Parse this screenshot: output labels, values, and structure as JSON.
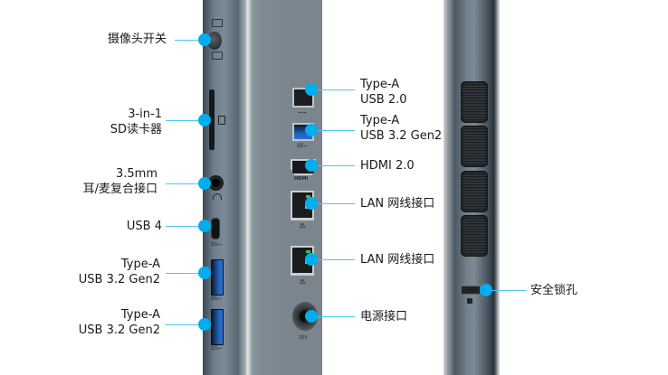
{
  "left_side_ports": [
    {
      "id": "camera-switch",
      "lines": [
        "摄像头开关"
      ]
    },
    {
      "id": "sd-reader",
      "lines": [
        "3-in-1",
        "SD读卡器"
      ]
    },
    {
      "id": "audio-jack",
      "lines": [
        "3.5mm",
        "耳/麦复合接口"
      ]
    },
    {
      "id": "usb4",
      "lines": [
        "USB 4"
      ]
    },
    {
      "id": "usba-1",
      "lines": [
        "Type-A",
        "USB 3.2 Gen2"
      ]
    },
    {
      "id": "usba-2",
      "lines": [
        "Type-A",
        "USB 3.2 Gen2"
      ]
    }
  ],
  "front_ports": [
    {
      "id": "usb2",
      "lines": [
        "Type-A",
        "USB 2.0"
      ]
    },
    {
      "id": "usb3",
      "lines": [
        "Type-A",
        "USB 3.2 Gen2"
      ]
    },
    {
      "id": "hdmi",
      "lines": [
        "HDMI 2.0"
      ]
    },
    {
      "id": "lan-1",
      "lines": [
        "LAN 网线接口"
      ]
    },
    {
      "id": "lan-2",
      "lines": [
        "LAN 网线接口"
      ]
    },
    {
      "id": "power",
      "lines": [
        "电源接口"
      ]
    }
  ],
  "laptop_ports": [
    {
      "id": "security-lock",
      "lines": [
        "安全锁孔"
      ]
    }
  ],
  "port_glyphs": {
    "superspeed": "SS⭠",
    "usb2": "⭠⭢",
    "hdmi": "HDMI",
    "lan": "品",
    "power": "20V"
  },
  "colors": {
    "callout_dot": "#00aef0",
    "callout_line": "#4fc6f2",
    "usb3_blue": "#1f5fb6",
    "text": "#1a1a1a"
  }
}
